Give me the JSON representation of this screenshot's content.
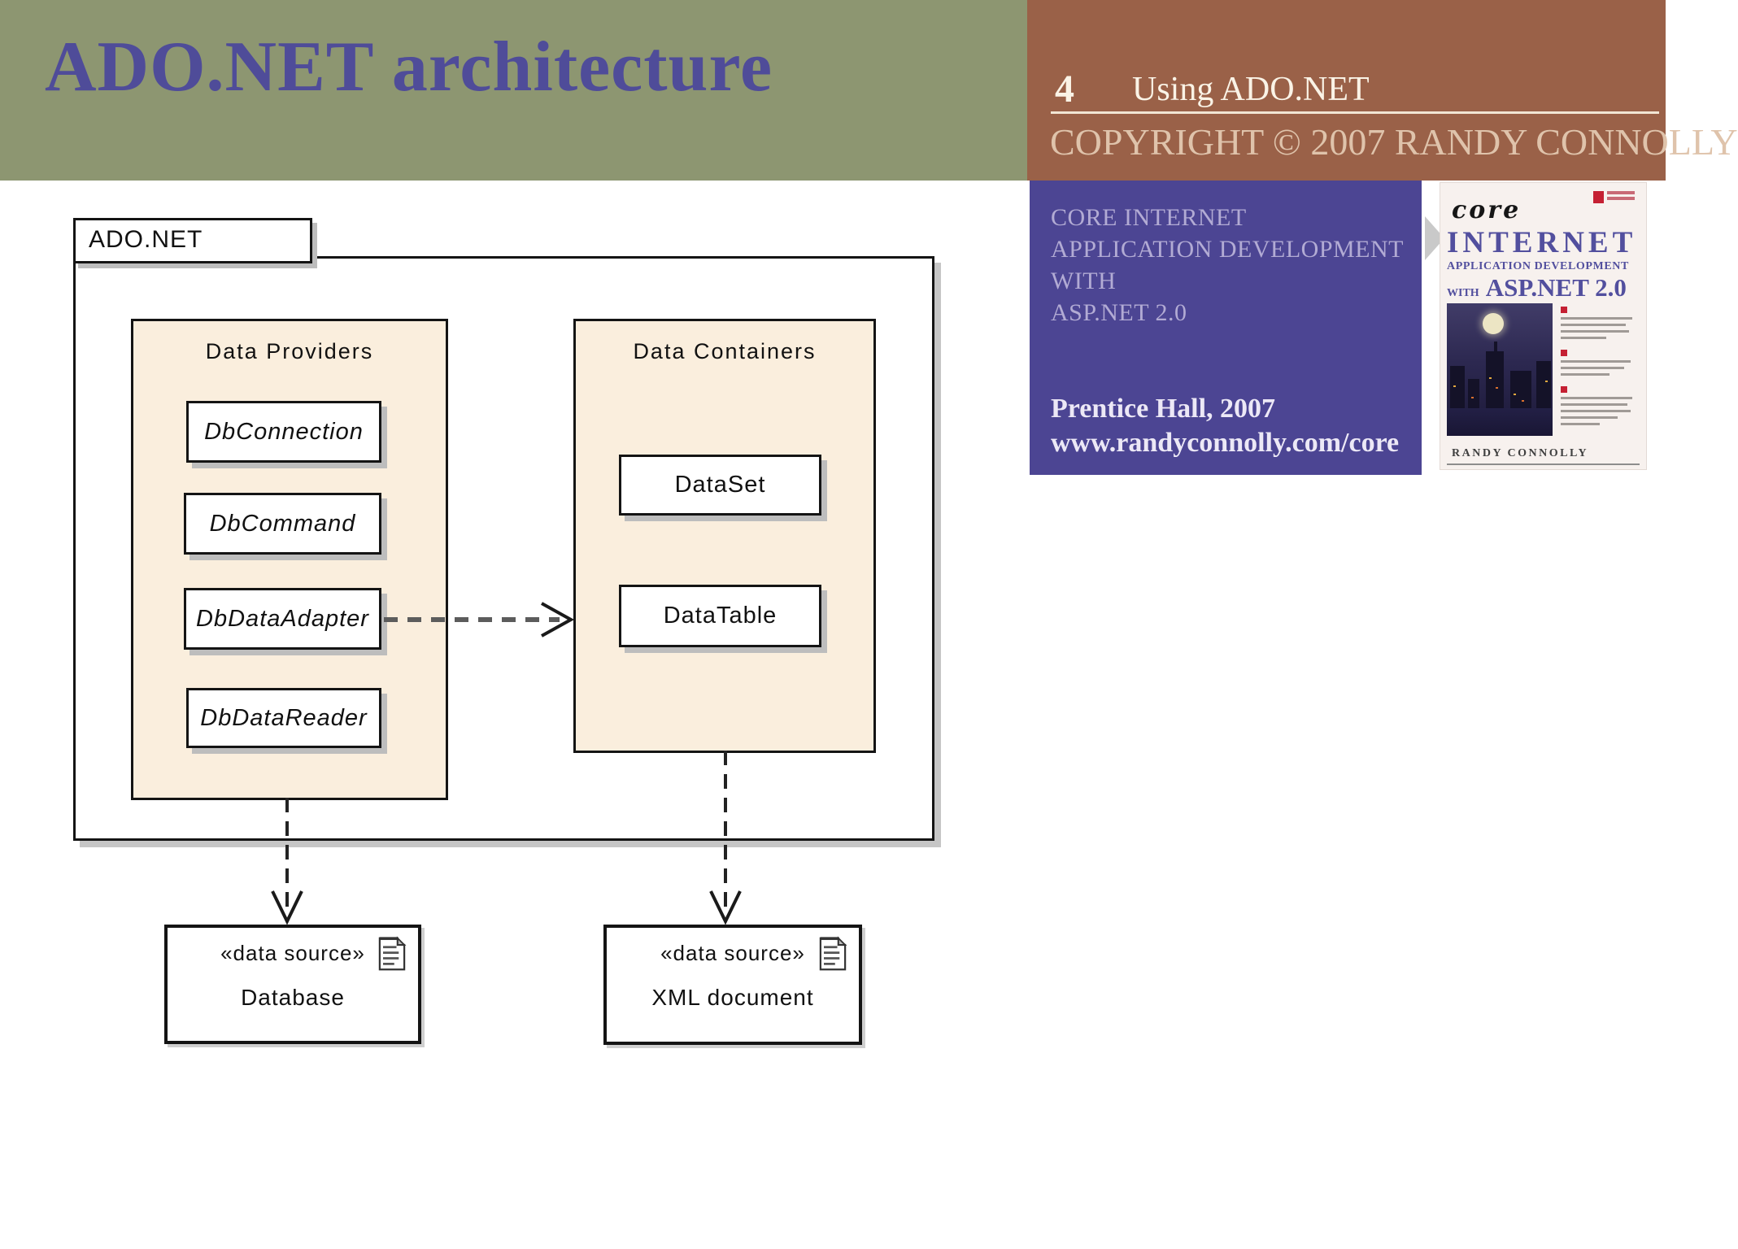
{
  "title_bar": {
    "title": "ADO.NET architecture"
  },
  "header": {
    "chapter_number": "4",
    "chapter_title": "Using ADO.NET",
    "copyright": "COPYRIGHT © 2007 RANDY CONNOLLY"
  },
  "sidebar": {
    "line1": "CORE INTERNET",
    "line2": "APPLICATION DEVELOPMENT",
    "line3": "WITH",
    "line4": "ASP.NET 2.0",
    "publisher": "Prentice Hall, 2007",
    "website": "www.randyconnolly.com/core"
  },
  "book_cover": {
    "brand": "core",
    "title": "INTERNET",
    "subtitle": "APPLICATION DEVELOPMENT",
    "with_label": "WITH",
    "edition": "ASP.NET 2.0",
    "author": "RANDY CONNOLLY"
  },
  "diagram": {
    "package_label": "ADO.NET",
    "providers_title": "Data Providers",
    "providers": [
      "DbConnection",
      "DbCommand",
      "DbDataAdapter",
      "DbDataReader"
    ],
    "containers_title": "Data Containers",
    "containers": [
      "DataSet",
      "DataTable"
    ],
    "source1_stereotype": "«data source»",
    "source1_label": "Database",
    "source2_stereotype": "«data source»",
    "source2_label": "XML document"
  },
  "colors": {
    "olive": "#8d9671",
    "brown": "#9a6148",
    "purple_panel": "#4c4593",
    "title_purple": "#4f4c99",
    "cream": "#faeedd",
    "copyright_text": "#dfc3ab",
    "panel_text": "#b2abd4"
  }
}
